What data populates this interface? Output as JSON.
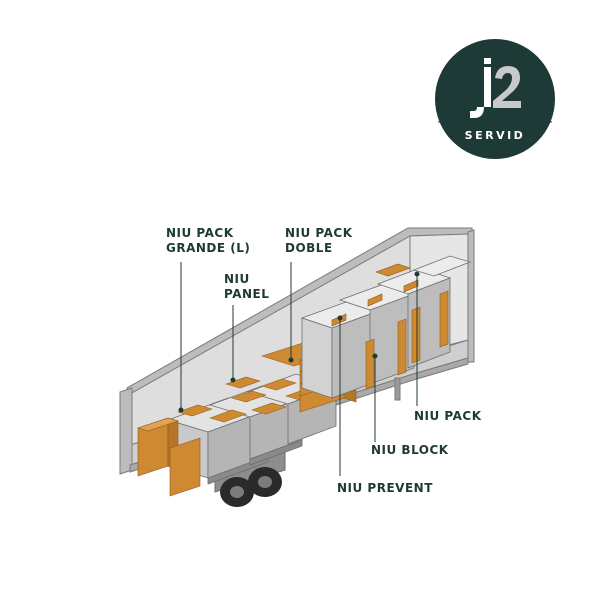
{
  "logo": {
    "mark": "j2",
    "text": "SERVID",
    "background_color": "#1e3a36",
    "mark_color": "#ffffff",
    "accent_color": "#c9c9c9"
  },
  "diagram": {
    "subject": "truck trailer loaded with cargo protection products",
    "accent_color": "#cd8a33",
    "label_color": "#1e3a36",
    "labels": {
      "pack_grande_line1": "NIU PACK",
      "pack_grande_line2": "GRANDE (L)",
      "pack_doble_line1": "NIU PACK",
      "pack_doble_line2": "DOBLE",
      "panel_line1": "NIU",
      "panel_line2": "PANEL",
      "pack": "NIU PACK",
      "block": "NIU BLOCK",
      "prevent": "NIU PREVENT"
    }
  }
}
